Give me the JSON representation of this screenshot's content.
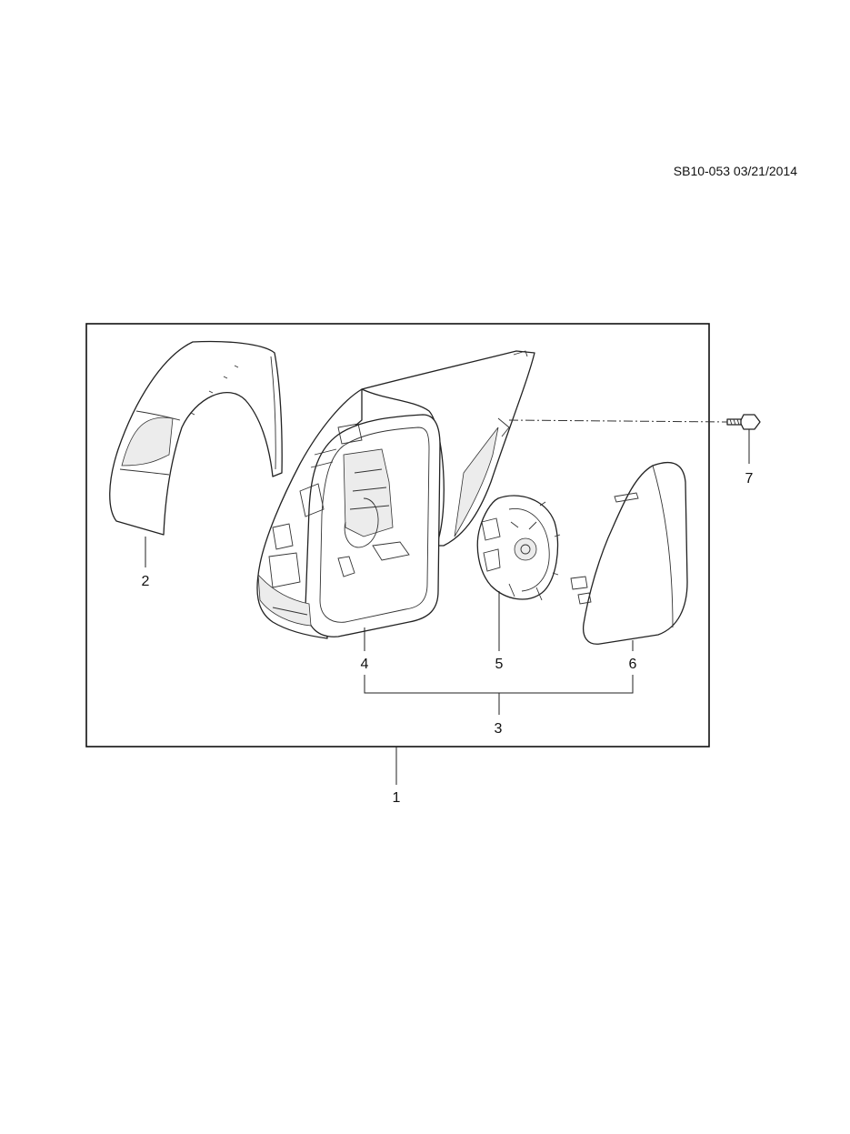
{
  "doc_id": "SB10-053 03/21/2014",
  "callouts": {
    "c1": "1",
    "c2": "2",
    "c3": "3",
    "c4": "4",
    "c5": "5",
    "c6": "6",
    "c7": "7"
  }
}
